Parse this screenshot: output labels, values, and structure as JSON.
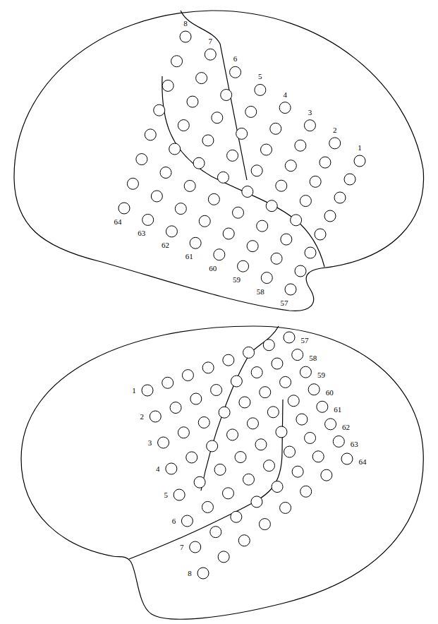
{
  "diagram": {
    "labels": [
      "8",
      "7",
      "6",
      "5",
      "4",
      "3",
      "2",
      "1",
      "64",
      "63",
      "62",
      "61",
      "60",
      "59",
      "58",
      "57",
      "1",
      "2",
      "3",
      "4",
      "5",
      "6",
      "7",
      "8",
      "57",
      "58",
      "59",
      "60",
      "61",
      "62",
      "63",
      "64"
    ]
  }
}
